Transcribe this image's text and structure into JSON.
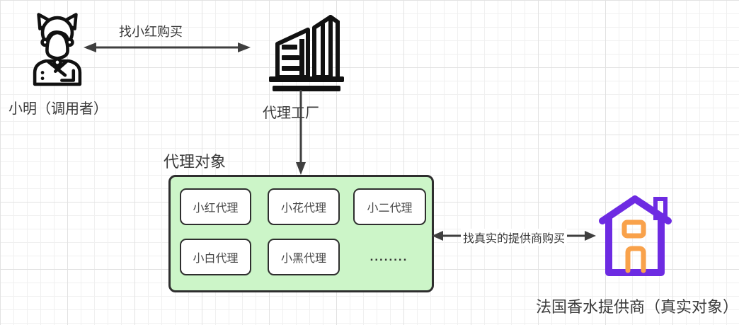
{
  "colors": {
    "green_fill": "#ccf5c8",
    "shape_border": "#2e2e2e",
    "arrow": "#3f3f3f",
    "house_purple": "#6d2be2",
    "house_orange": "#f9a24b",
    "icon_black": "#111111",
    "grid_minor": "#f0f0f0",
    "grid_major": "#e2e2e2"
  },
  "caller": {
    "label": "小明（调用者）",
    "icon": "person-icon"
  },
  "factory": {
    "label": "代理工厂",
    "icon": "building-icon"
  },
  "proxy_group": {
    "title": "代理对象",
    "proxies": [
      "小红代理",
      "小花代理",
      "小二代理",
      "小白代理",
      "小黑代理",
      "........"
    ]
  },
  "provider": {
    "label": "法国香水提供商（真实对象）",
    "icon": "house-icon"
  },
  "edges": {
    "caller_to_factory": "找小红购买",
    "proxy_to_provider": "找真实的提供商购买"
  }
}
